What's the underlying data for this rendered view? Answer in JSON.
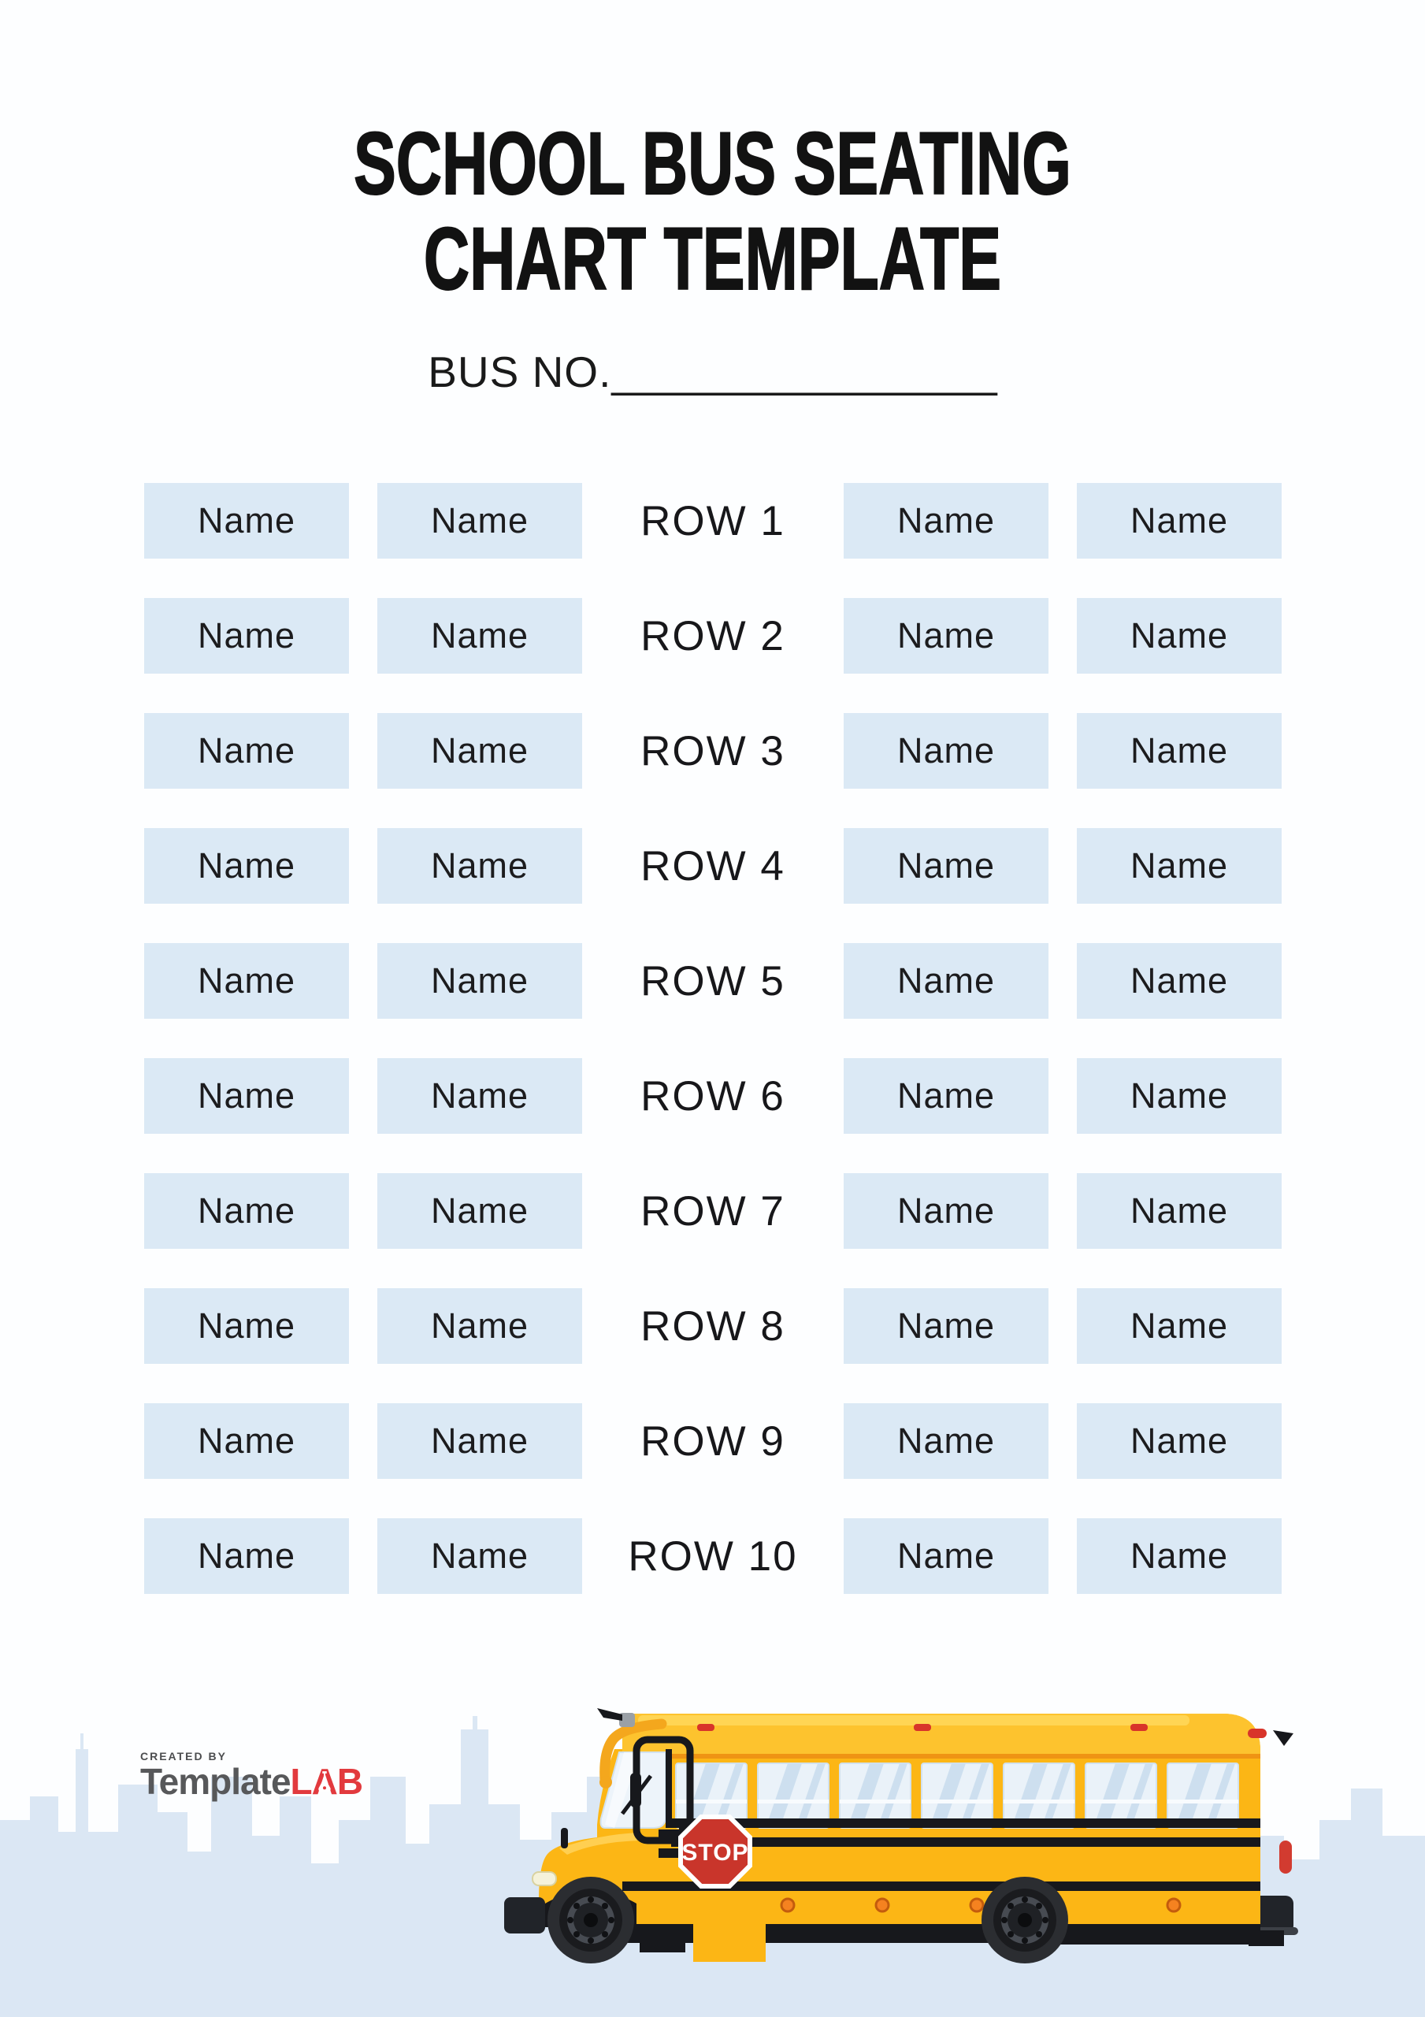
{
  "document": {
    "title_line1": "SCHOOL BUS SEATING",
    "title_line2": "CHART TEMPLATE",
    "bus_no_label": "BUS NO.",
    "bus_no_blank": "________________"
  },
  "seating_chart": {
    "rows": [
      {
        "label": "ROW 1",
        "seats": [
          "Name",
          "Name",
          "Name",
          "Name"
        ]
      },
      {
        "label": "ROW 2",
        "seats": [
          "Name",
          "Name",
          "Name",
          "Name"
        ]
      },
      {
        "label": "ROW 3",
        "seats": [
          "Name",
          "Name",
          "Name",
          "Name"
        ]
      },
      {
        "label": "ROW 4",
        "seats": [
          "Name",
          "Name",
          "Name",
          "Name"
        ]
      },
      {
        "label": "ROW 5",
        "seats": [
          "Name",
          "Name",
          "Name",
          "Name"
        ]
      },
      {
        "label": "ROW 6",
        "seats": [
          "Name",
          "Name",
          "Name",
          "Name"
        ]
      },
      {
        "label": "ROW 7",
        "seats": [
          "Name",
          "Name",
          "Name",
          "Name"
        ]
      },
      {
        "label": "ROW 8",
        "seats": [
          "Name",
          "Name",
          "Name",
          "Name"
        ]
      },
      {
        "label": "ROW 9",
        "seats": [
          "Name",
          "Name",
          "Name",
          "Name"
        ]
      },
      {
        "label": "ROW 10",
        "seats": [
          "Name",
          "Name",
          "Name",
          "Name"
        ]
      }
    ]
  },
  "footer": {
    "logo": {
      "created_by": "CREATED BY",
      "brand_left": "Template",
      "brand_right": "LAB"
    },
    "bus": {
      "stop_sign_label": "STOP"
    }
  },
  "colors": {
    "seat_fill": "#dbe9f5",
    "skyline_blue": "#dbe7f4",
    "bus_yellow": "#fcb615",
    "bus_roof_yellow": "#fdc32e",
    "stop_sign_red": "#c9352b",
    "stripe_black": "#17181c",
    "logo_gray": "#57585a",
    "logo_red": "#e23a3e"
  }
}
